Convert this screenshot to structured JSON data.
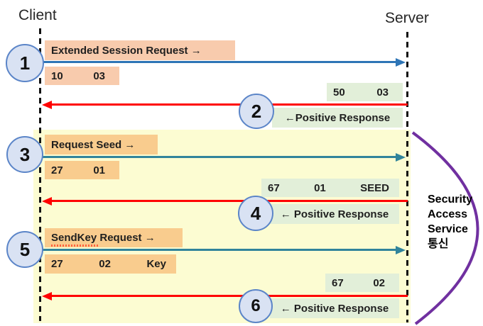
{
  "lifelines": {
    "client": "Client",
    "server": "Server"
  },
  "steps": [
    {
      "num": "1",
      "type": "request",
      "label": "Extended Session Request →",
      "bytes": [
        "10",
        "03"
      ]
    },
    {
      "num": "2",
      "type": "response",
      "label": "←Positive Response",
      "bytes": [
        "50",
        "03"
      ]
    },
    {
      "num": "3",
      "type": "request",
      "label": "Request Seed →",
      "bytes": [
        "27",
        "01"
      ]
    },
    {
      "num": "4",
      "type": "response",
      "label": "← Positive Response",
      "bytes": [
        "67",
        "01",
        "SEED"
      ]
    },
    {
      "num": "5",
      "type": "request",
      "label": "SendKey Request →",
      "bytes": [
        "27",
        "02",
        "Key"
      ]
    },
    {
      "num": "6",
      "type": "response",
      "label": "← Positive Response",
      "bytes": [
        "67",
        "02"
      ]
    }
  ],
  "annotation": {
    "lines": [
      "Security",
      "Access",
      "Service",
      "통신"
    ]
  },
  "colors": {
    "first_request_arrow": "#2E75B6",
    "request_arrow": "#31849B",
    "response_arrow": "#FF0000",
    "first_request_box": "#F8CBAD",
    "request_box": "#F9CC8E",
    "response_box": "#E2EFD9",
    "group_box": "#FCFCD2",
    "annotation_arc": "#7030A0",
    "step_circle_fill": "#D9E2F3",
    "step_circle_border": "#5B85C8"
  }
}
